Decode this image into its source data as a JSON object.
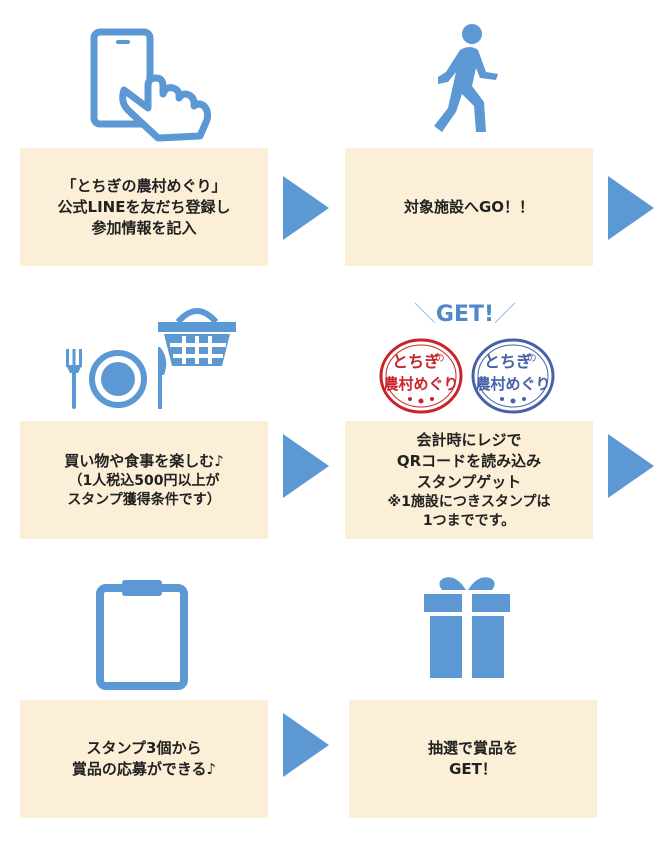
{
  "steps": [
    {
      "lines": [
        "「とちぎの農村めぐり」",
        "公式LINEを友だち登録し",
        "参加情報を記入"
      ]
    },
    {
      "lines": [
        "対象施設へGO！！"
      ]
    },
    {
      "lines": [
        "買い物や食事を楽しむ♪",
        "（1人税込500円以上が",
        "スタンプ獲得条件です）"
      ]
    },
    {
      "lines": [
        "会計時にレジで",
        "QRコードを読み込み",
        "スタンプゲット",
        "※1施設につきスタンプは",
        "1つまでです。"
      ]
    },
    {
      "lines": [
        "スタンプ3個から",
        "賞品の応募ができる♪"
      ]
    },
    {
      "lines": [
        "抽選で賞品を",
        "GET！"
      ]
    }
  ],
  "get_label": "GET!",
  "stamps": [
    {
      "text_top": "とちぎ",
      "text_small": "の",
      "text_bottom": "農村めぐり",
      "color": "#c9242b"
    },
    {
      "text_top": "とちぎ",
      "text_small": "の",
      "text_bottom": "農村めぐり",
      "color": "#4661a8"
    }
  ],
  "colors": {
    "box": "#fcefd8",
    "accent": "#5b98d4",
    "stamp_red": "#c9242b",
    "stamp_blue": "#4661a8"
  },
  "icons": [
    "smartphone-tap-icon",
    "walking-person-icon",
    "basket-icon",
    "plate-fork-knife-icon",
    "clipboard-icon",
    "gift-icon"
  ]
}
